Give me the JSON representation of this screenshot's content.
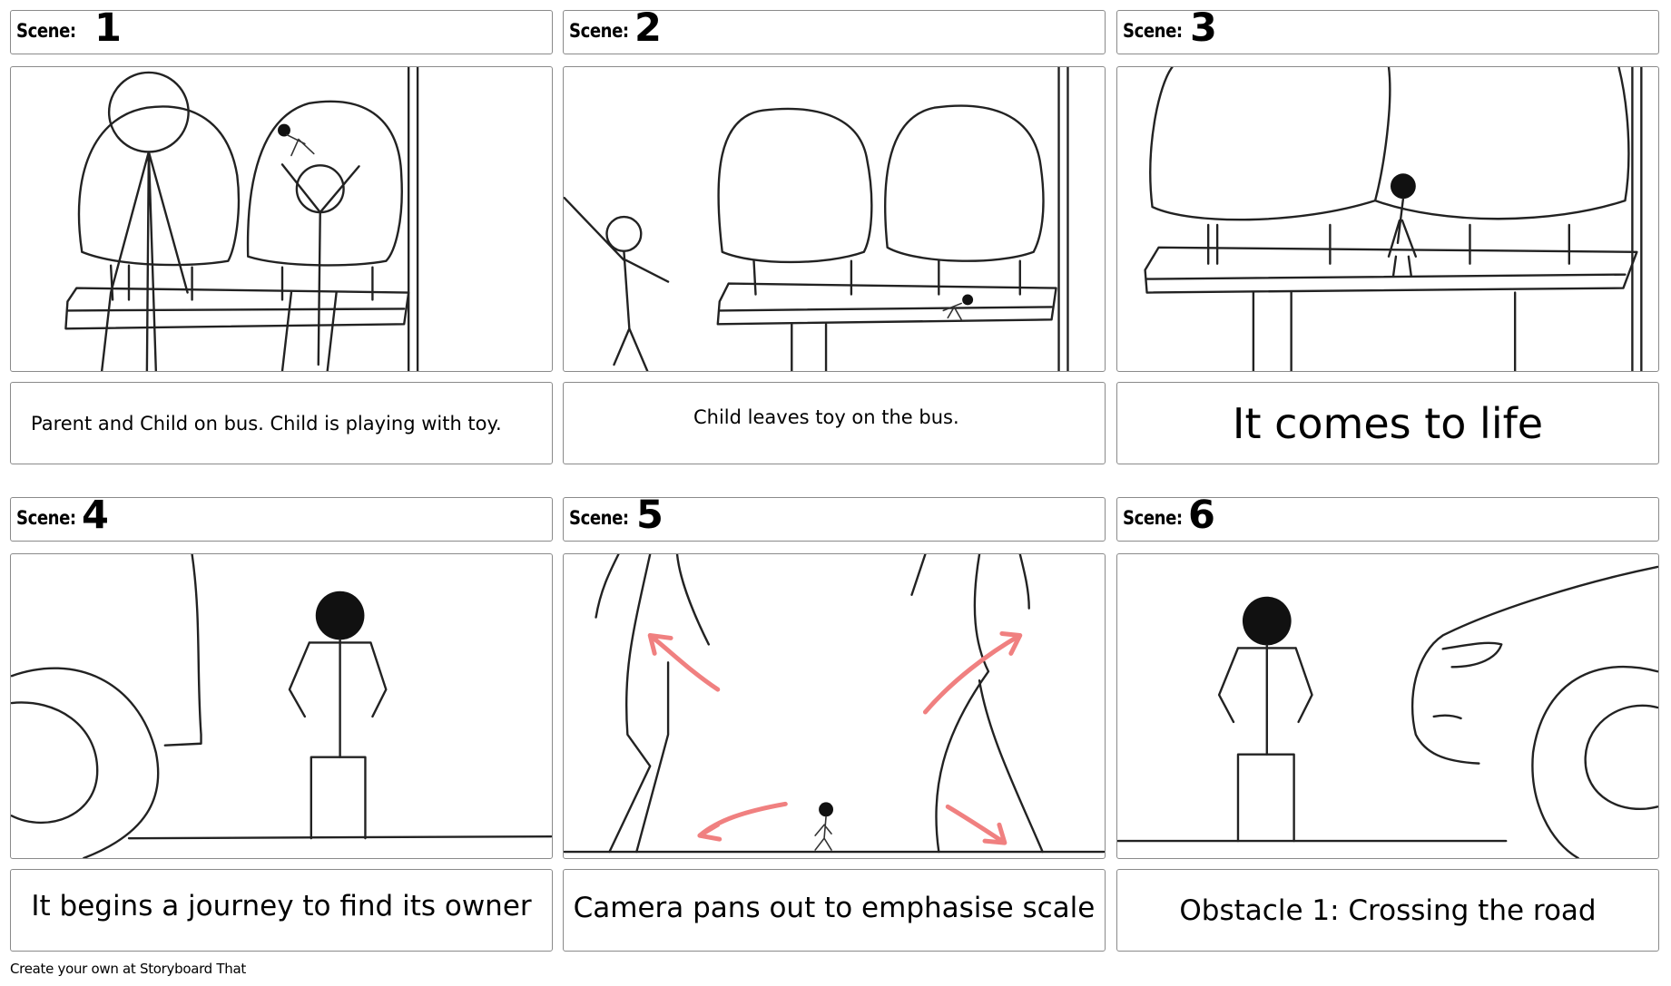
{
  "scene_label": "Scene:",
  "scenes": [
    {
      "number": "1",
      "caption": "Parent and Child on bus. Child is playing with toy."
    },
    {
      "number": "2",
      "caption": "Child leaves toy on the bus."
    },
    {
      "number": "3",
      "caption": "It comes to life"
    },
    {
      "number": "4",
      "caption": "It begins a journey to find its owner"
    },
    {
      "number": "5",
      "caption": "Camera pans out to emphasise scale"
    },
    {
      "number": "6",
      "caption": "Obstacle 1: Crossing the road"
    }
  ],
  "footer": "Create your own at Storyboard That",
  "colors": {
    "border": "#8a8a8a",
    "arrow": "#f08080",
    "ink": "#222222"
  }
}
